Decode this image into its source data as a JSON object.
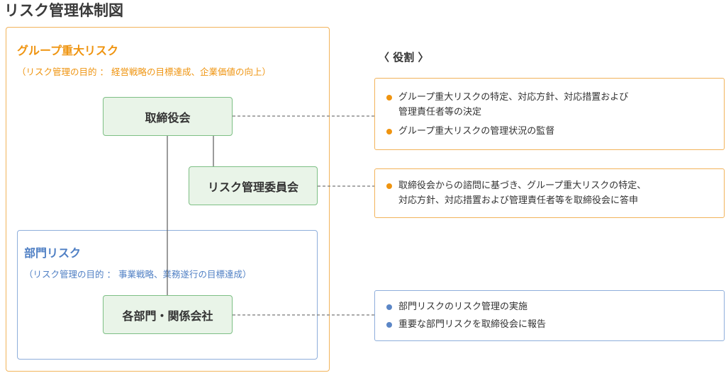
{
  "title": "リスク管理体制図",
  "group_risk": {
    "title": "グループ重大リスク",
    "subtitle": "（リスク管理の目的 ： 経営戦略の目標達成、企業価値の向上）"
  },
  "department_risk": {
    "title": "部門リスク",
    "subtitle": "（リスク管理の目的 ： 事業戦略、業務遂行の目標達成）"
  },
  "nodes": {
    "board": "取締役会",
    "committee": "リスク管理委員会",
    "departments": "各部門・関係会社"
  },
  "roles": {
    "heading": "〈 役割 〉",
    "board": [
      "グループ重大リスクの特定、対応方針、対応措置および\n管理責任者等の決定",
      "グループ重大リスクの管理状況の監督"
    ],
    "committee": [
      "取締役会からの諮問に基づき、グループ重大リスクの特定、\n対応方針、対応措置および管理責任者等を取締役会に答申"
    ],
    "departments": [
      "部門リスクのリスク管理の実施",
      "重要な部門リスクを取締役会に報告"
    ]
  },
  "colors": {
    "orange": "#ef9410",
    "blue": "#4f7fc4",
    "node_fill": "#e9f4e8",
    "node_border": "#7dbf84"
  }
}
